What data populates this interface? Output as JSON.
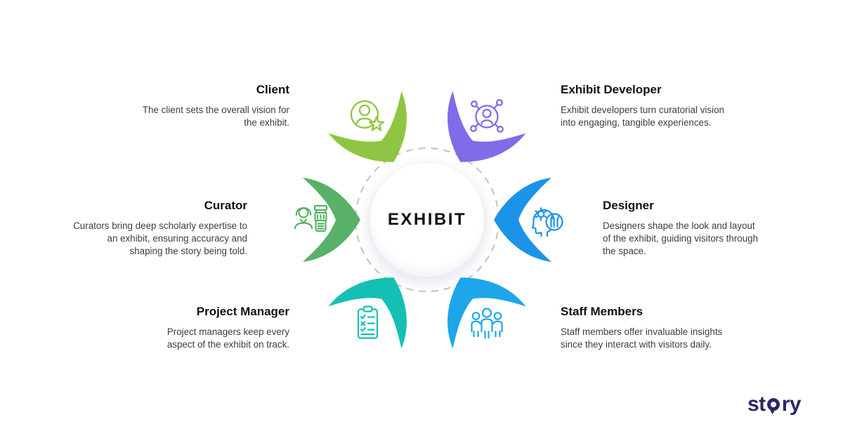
{
  "center": {
    "label": "EXHIBIT"
  },
  "ring": {
    "dash_color": "#c3c3c3"
  },
  "roles": [
    {
      "title": "Client",
      "description": "The client sets the overall vision for the exhibit.",
      "color": "#8fc542",
      "icon": "person-star-icon",
      "position": "top-left"
    },
    {
      "title": "Exhibit Developer",
      "description": "Exhibit developers turn curatorial vision into engaging, tangible experiences.",
      "color": "#7e6ce9",
      "icon": "person-network-icon",
      "position": "top-right"
    },
    {
      "title": "Curator",
      "description": "Curators bring deep scholarly expertise to an exhibit, ensuring accuracy and shaping the story being told.",
      "color": "#58b166",
      "icon": "curator-artifact-icon",
      "position": "left"
    },
    {
      "title": "Designer",
      "description": "Designers shape the look and layout of the exhibit, guiding visitors through the space.",
      "color": "#1b93e8",
      "icon": "creative-head-icon",
      "position": "right"
    },
    {
      "title": "Project Manager",
      "description": "Project managers keep every aspect of the exhibit on track.",
      "color": "#14c0b3",
      "icon": "checklist-clipboard-icon",
      "position": "bottom-left"
    },
    {
      "title": "Staff Members",
      "description": "Staff members offer invaluable insights since they interact with visitors daily.",
      "color": "#1ea6ea",
      "icon": "people-group-icon",
      "position": "bottom-right"
    }
  ],
  "logo": {
    "full_text": "stqry",
    "prefix": "st",
    "suffix": "ry",
    "color": "#2b2769"
  }
}
